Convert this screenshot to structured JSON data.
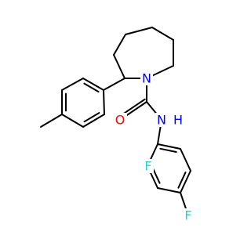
{
  "molecule": {
    "colors": {
      "bond": "#000000",
      "nitrogen": "#0000ff",
      "oxygen": "#ff0000",
      "fluorine": "#33cccc"
    },
    "atom_labels": {
      "n_ring": "N",
      "o_carbonyl": "O",
      "nh_amide": "N",
      "h_amide": "H",
      "f_ortho": "F",
      "f_para": "F"
    }
  }
}
